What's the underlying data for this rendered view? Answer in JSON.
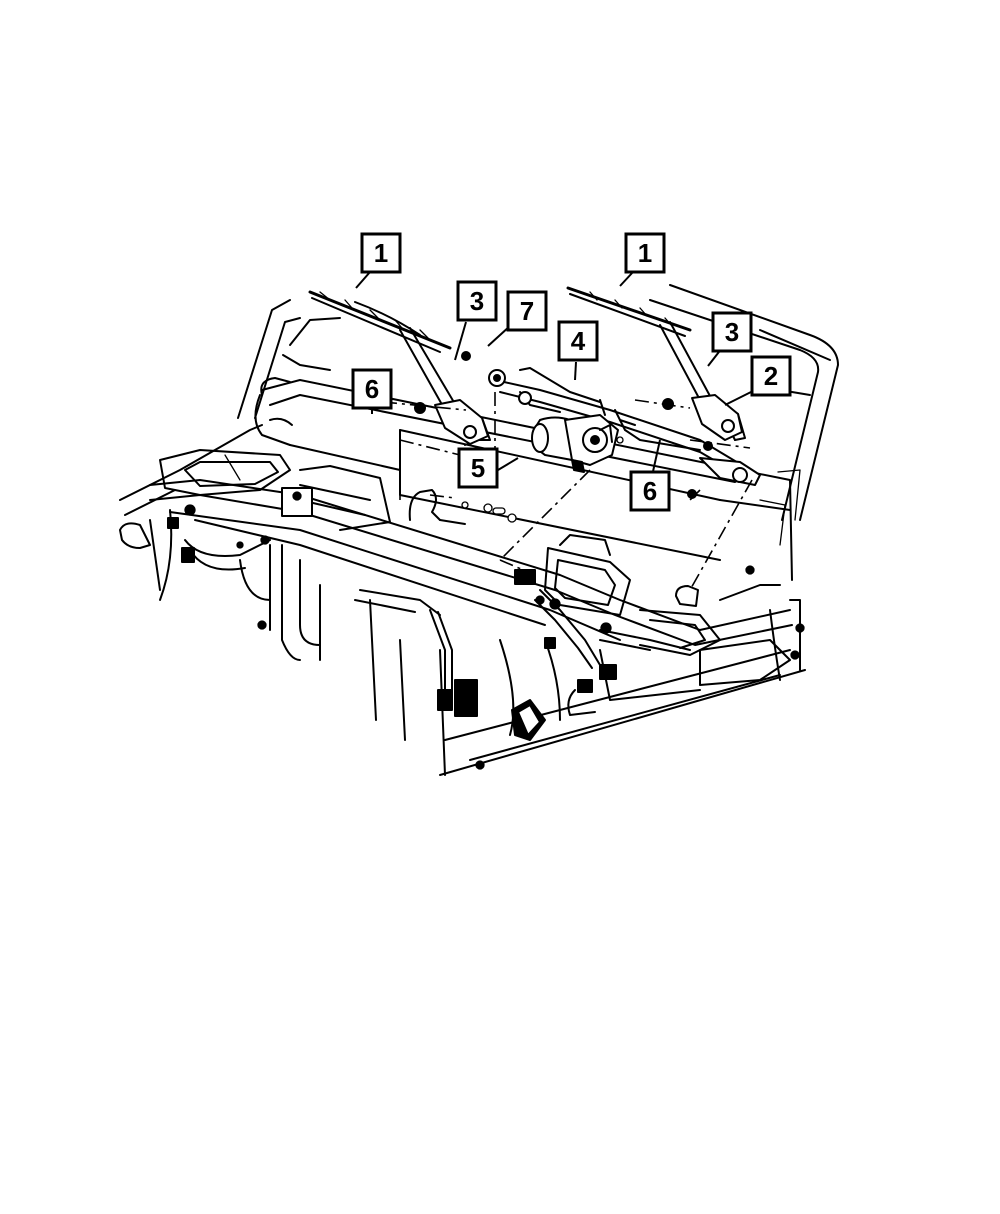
{
  "callouts": [
    {
      "label": "1"
    },
    {
      "label": "1"
    },
    {
      "label": "2"
    },
    {
      "label": "3"
    },
    {
      "label": "3"
    },
    {
      "label": "4"
    },
    {
      "label": "5"
    },
    {
      "label": "6"
    },
    {
      "label": "6"
    },
    {
      "label": "7"
    }
  ]
}
